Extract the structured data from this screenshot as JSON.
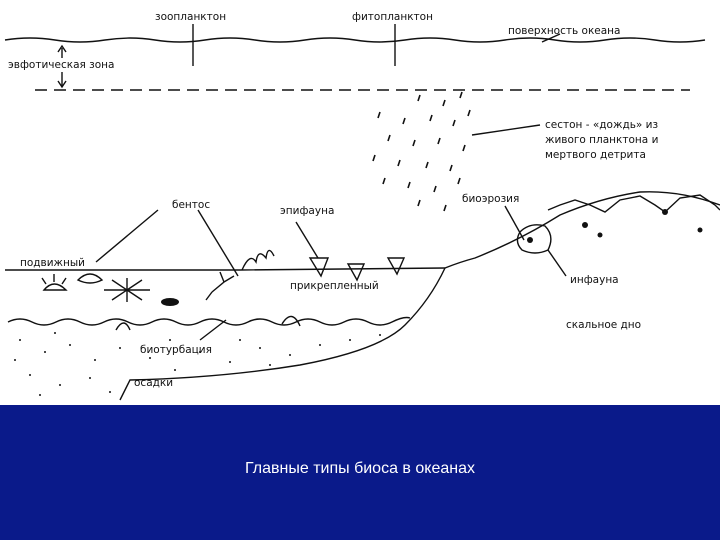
{
  "labels": {
    "zooplankton": "зоопланктон",
    "phytoplankton": "фитопланктон",
    "ocean_surface": "поверхность океана",
    "euphotic_zone": "эвфотическая зона",
    "seston_line1": "сестон - «дождь» из",
    "seston_line2": "живого планктона и",
    "seston_line3": "мертвого детрита",
    "benthos": "бентос",
    "epifauna": "эпифауна",
    "bioerosion": "биоэрозия",
    "mobile": "подвижный",
    "attached": "прикрепленный",
    "infauna": "инфауна",
    "rocky_bottom": "скальное дно",
    "bioturbation": "биотурбация",
    "sediments": "осадки"
  },
  "caption": "Главные типы биоса в океанах",
  "colors": {
    "caption_background": "#0a1a8a",
    "caption_text": "#ffffff",
    "ink": "#111111"
  }
}
